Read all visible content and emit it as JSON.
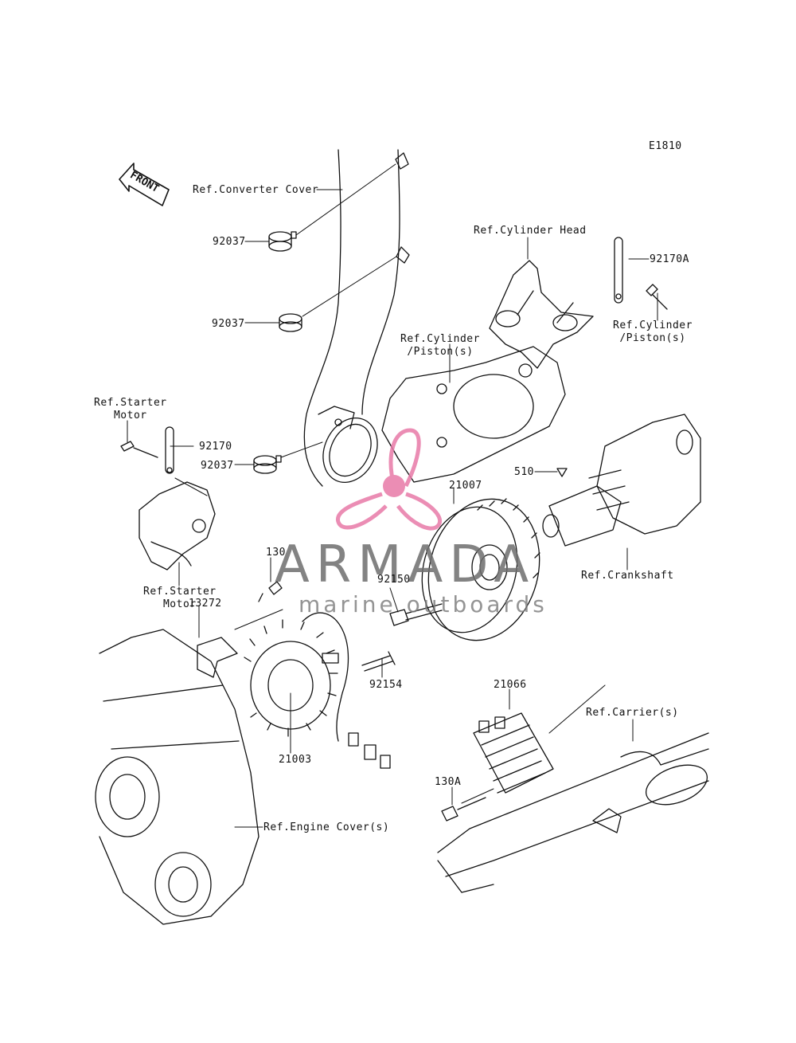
{
  "diagram": {
    "code": "E1810",
    "front_label": "FRONT",
    "labels": {
      "ref_converter_cover": "Ref.Converter Cover",
      "p92037_a": "92037",
      "p92037_b": "92037",
      "p92037_c": "92037",
      "ref_cylinder_head": "Ref.Cylinder Head",
      "p92170A": "92170A",
      "ref_cylinder_piston_right": "Ref.Cylinder\n/Piston(s)",
      "ref_cylinder_piston_center": "Ref.Cylinder\n/Piston(s)",
      "ref_starter_motor_top": "Ref.Starter\nMotor",
      "p92170": "92170",
      "p510": "510",
      "p21007": "21007",
      "ref_crankshaft": "Ref.Crankshaft",
      "p130": "130",
      "ref_starter_motor_bottom": "Ref.Starter\nMotor",
      "p92150": "92150",
      "p13272": "13272",
      "p92154": "92154",
      "p21066": "21066",
      "ref_carriers": "Ref.Carrier(s)",
      "p21003": "21003",
      "p130A": "130A",
      "ref_engine_covers": "Ref.Engine Cover(s)"
    }
  },
  "watermark": {
    "title": "ARMADA",
    "subtitle": "marine outboards",
    "color": "#e87aa8"
  }
}
